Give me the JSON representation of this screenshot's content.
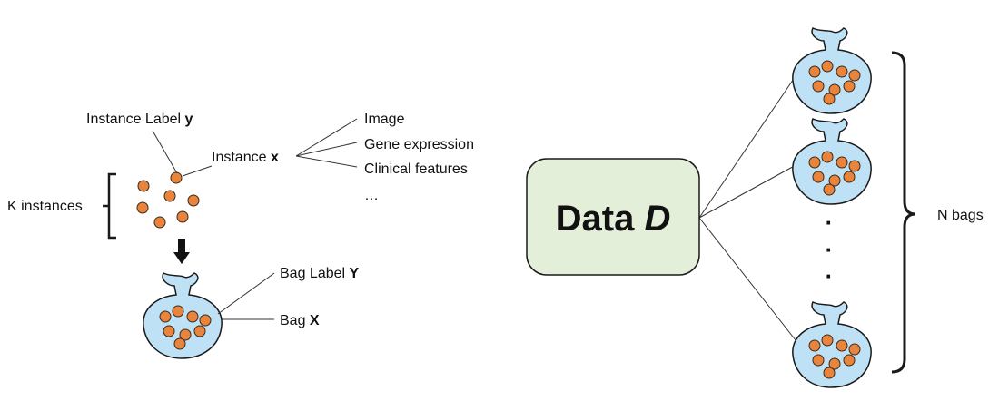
{
  "labels": {
    "instance_label_prefix": "Instance Label ",
    "instance_label_var": "y",
    "instance_prefix": "Instance ",
    "instance_var": "x",
    "k_instances": "K instances",
    "feature_image": "Image",
    "feature_gene": "Gene expression",
    "feature_clinical": "Clinical features",
    "feature_more": "…",
    "bag_label_prefix": "Bag Label ",
    "bag_label_var": "Y",
    "bag_prefix": "Bag ",
    "bag_var": "X",
    "data_prefix": "Data ",
    "data_var": "D",
    "ellipsis_dot": "·",
    "n_bags": "N bags"
  },
  "colors": {
    "instance_fill": "#e8843c",
    "instance_stroke": "#3a2a1a",
    "bag_fill": "#bfe1f6",
    "bag_stroke": "#1a1a1a",
    "data_box_fill": "#e3efd9",
    "data_box_stroke": "#1a1a1a",
    "line": "#333333"
  }
}
